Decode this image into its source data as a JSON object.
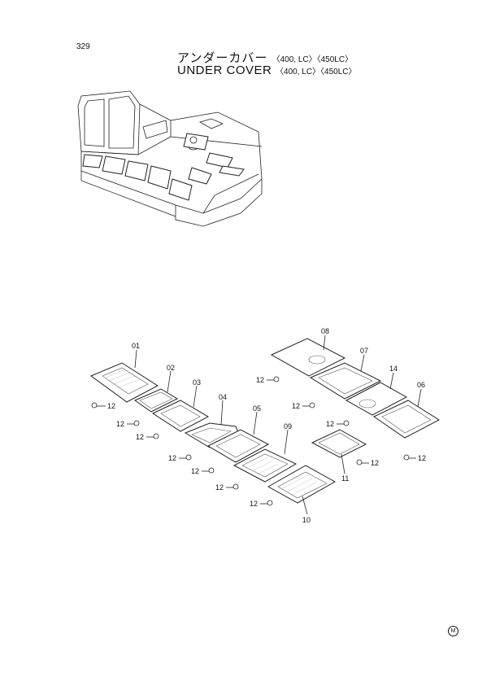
{
  "page_number": "329",
  "title": {
    "japanese": "アンダーカバー",
    "english": "UNDER COVER",
    "models": "〈400, LC〉〈450LC〉"
  },
  "parts": [
    {
      "num": "01"
    },
    {
      "num": "02"
    },
    {
      "num": "03"
    },
    {
      "num": "04"
    },
    {
      "num": "05"
    },
    {
      "num": "06"
    },
    {
      "num": "07"
    },
    {
      "num": "08"
    },
    {
      "num": "09"
    },
    {
      "num": "10"
    },
    {
      "num": "11"
    },
    {
      "num": "12"
    },
    {
      "num": "14"
    }
  ],
  "footer_mark": "M"
}
